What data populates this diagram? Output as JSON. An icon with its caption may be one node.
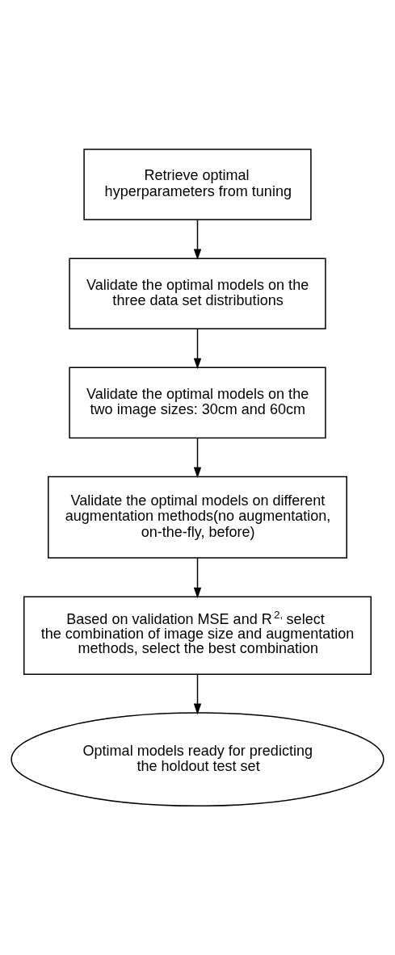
{
  "diagram": {
    "nodes": [
      {
        "text": [
          "Retrieve optimal hyperparameters from tuning"
        ]
      },
      {
        "text": [
          "Validate the optimal models on the three data set distributions"
        ]
      },
      {
        "text": [
          "Validate the optimal models on the two image sizes: 30cm and 60cm"
        ]
      },
      {
        "text": [
          "Validate the optimal models on different augmentation methods(no augmentation, on-the-fly, before)"
        ]
      },
      {
        "text": [
          "Based on validation MSE and R$^{2,}$ select the combination of image size and augmentation methods, select the best combination"
        ]
      },
      {
        "text": [
          "Optimal models ready for predicting the holdout test set"
        ]
      }
    ],
    "edges": [
      {
        "from": 0,
        "to": 1,
        "arrow": "to"
      },
      {
        "from": 1,
        "to": 2,
        "arrow": "to"
      },
      {
        "from": 2,
        "to": 3,
        "arrow": "to"
      },
      {
        "from": 3,
        "to": 4,
        "arrow": "to"
      },
      {
        "from": 4,
        "to": 5,
        "arrow": "to"
      }
    ]
  }
}
